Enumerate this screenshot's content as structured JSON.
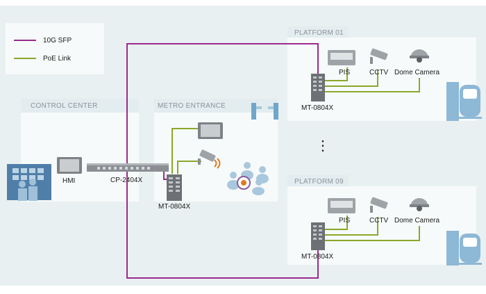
{
  "legend": {
    "items": [
      {
        "label": "10G SFP",
        "color": "#9b2a8d"
      },
      {
        "label": "PoE Link",
        "color": "#8aa72b"
      }
    ]
  },
  "zones": {
    "control_center": "CONTROL CENTER",
    "metro_entrance": "METRO ENTRANCE",
    "platform_top": "PLATFORM 01",
    "platform_bottom": "PLATFORM 09"
  },
  "devices": {
    "hmi": "HMI",
    "core_switch": "CP-2404X",
    "entrance_switch": "MT-0804X",
    "platform_top_switch": "MT-0804X",
    "platform_bottom_switch": "MT-0804X",
    "pis": "PIS",
    "cctv": "CCTV",
    "dome_camera": "Dome Camera"
  },
  "ellipsis": "⋮",
  "colors": {
    "background": "#e9f0f1",
    "zone_fill": "#f7fafa",
    "sfp_link": "#9b2a8d",
    "poe_link": "#8aa72b",
    "icon_blue": "#6fa6c9",
    "device_gray": "#8b8f93"
  }
}
